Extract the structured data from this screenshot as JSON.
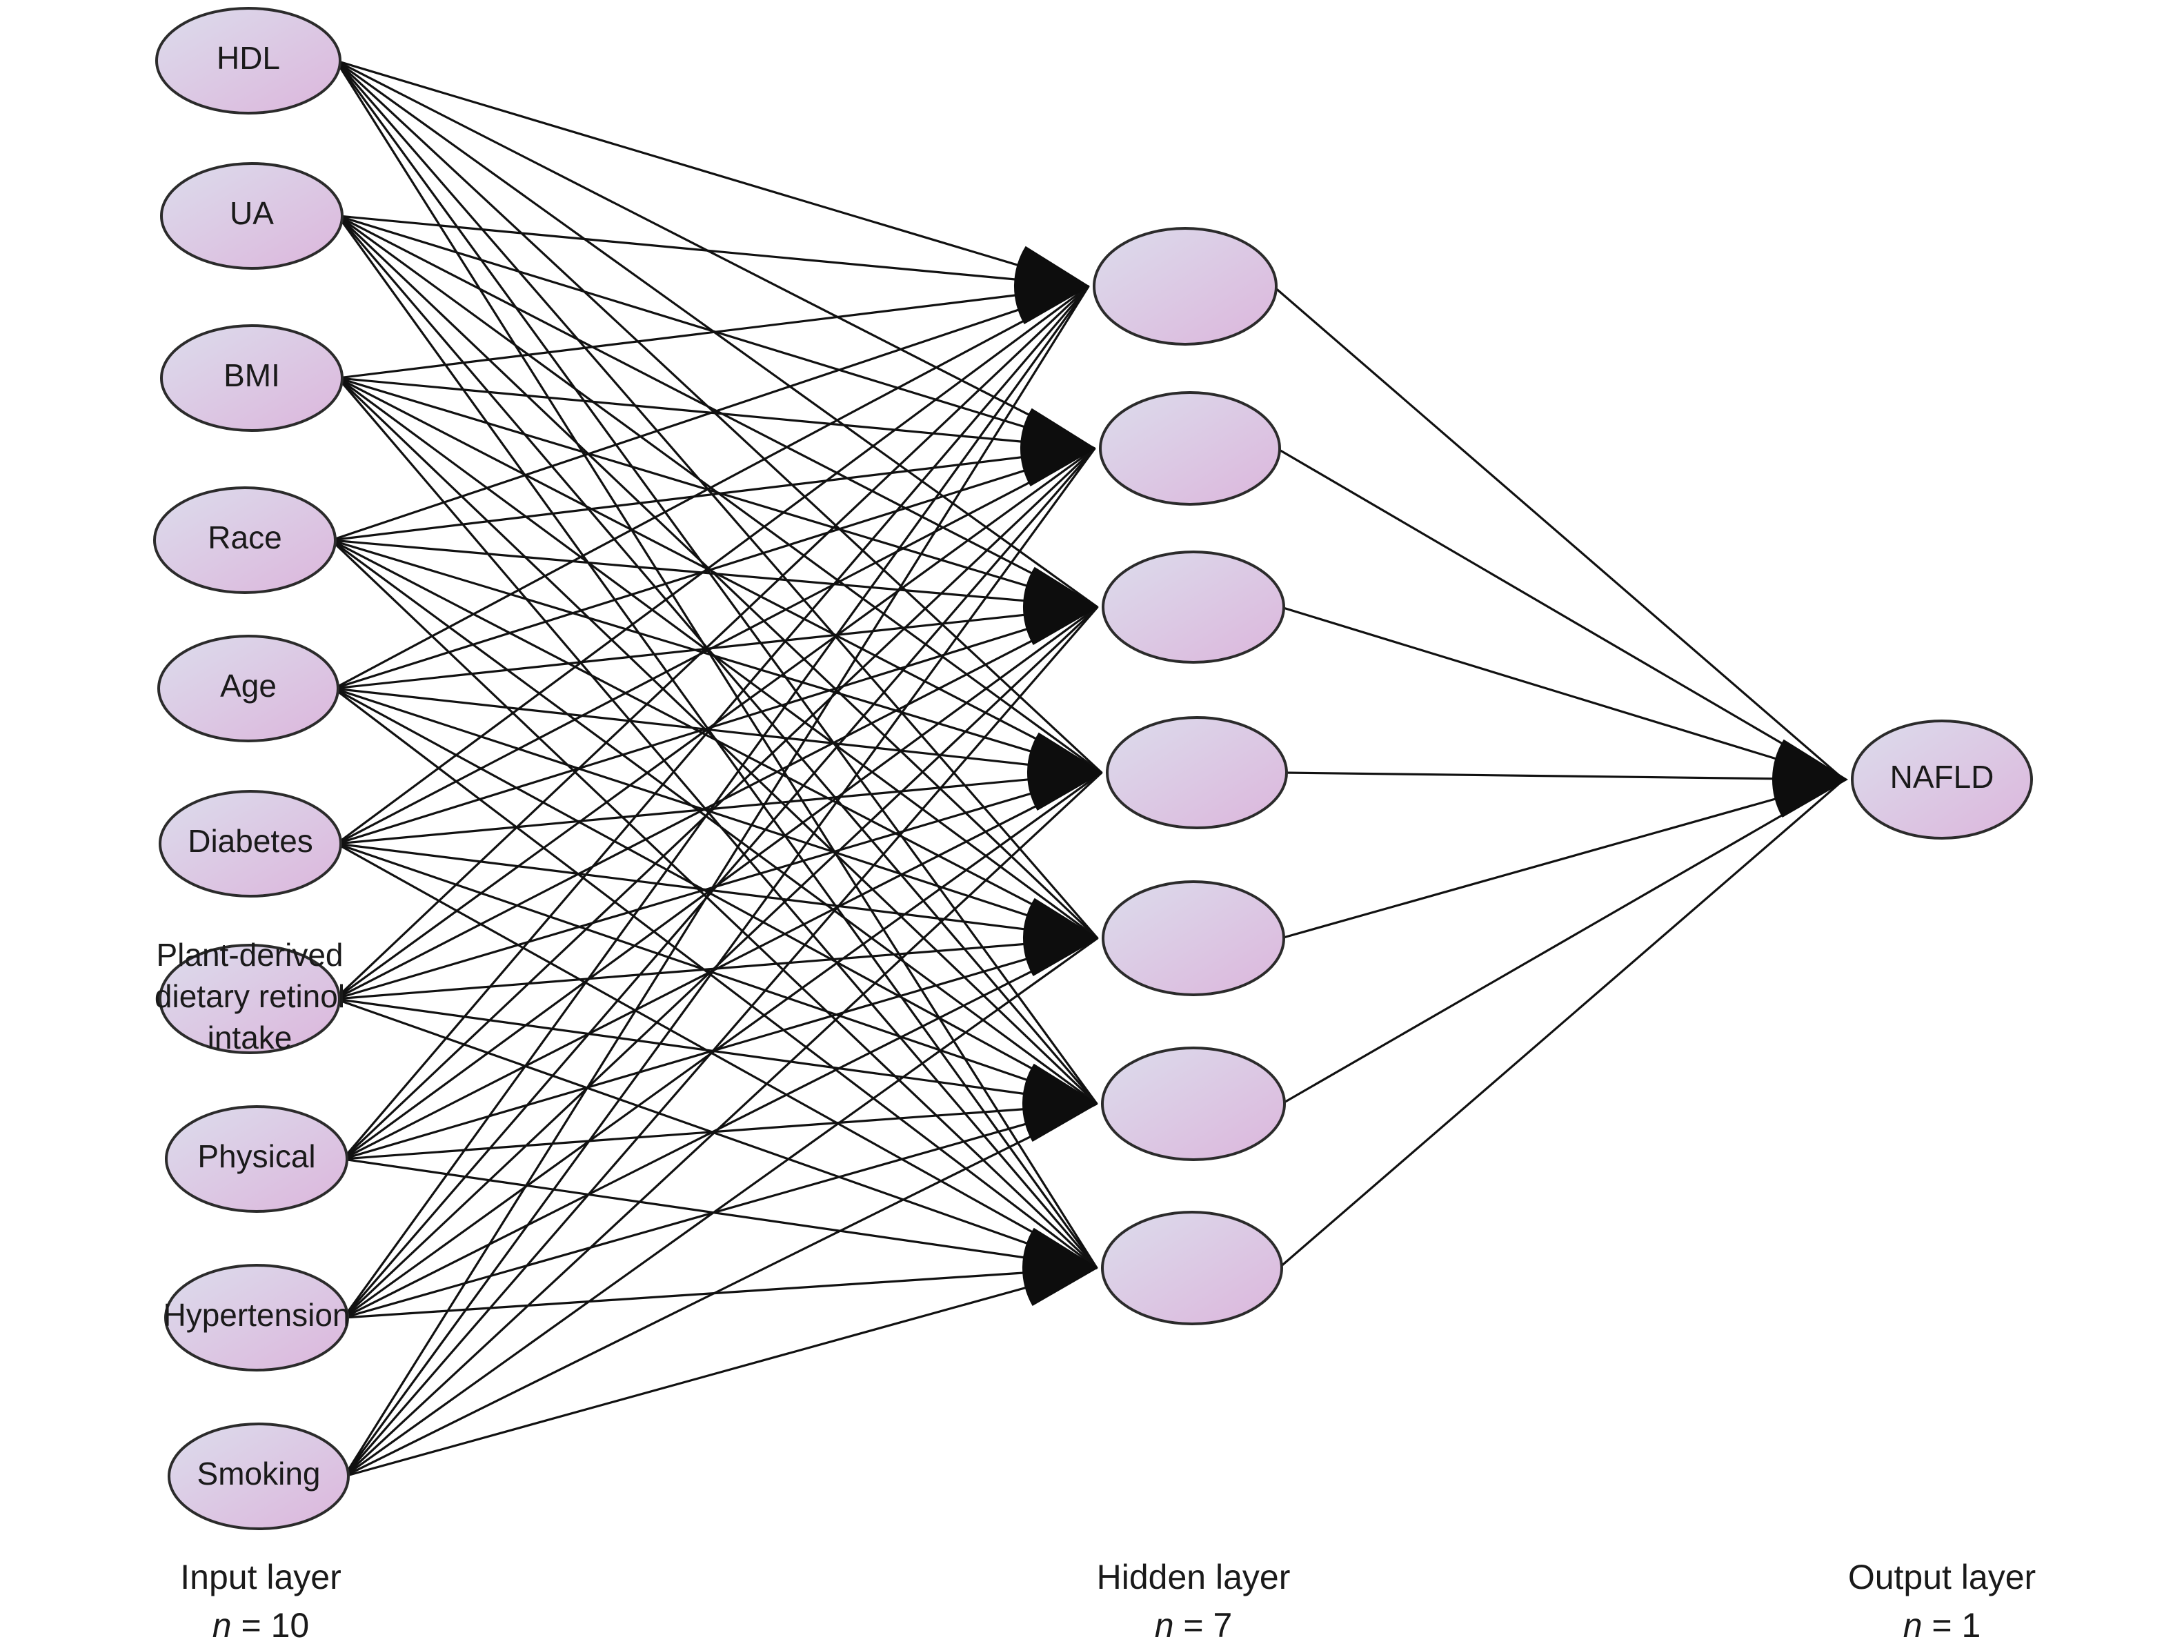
{
  "colors": {
    "node_fill_start": "#dcdcec",
    "node_fill_end": "#dcb6dc",
    "node_stroke": "#2b2b2b",
    "edge": "#111111"
  },
  "input_nodes": [
    {
      "label": "HDL"
    },
    {
      "label": "UA"
    },
    {
      "label": "BMI"
    },
    {
      "label": "Race"
    },
    {
      "label": "Age"
    },
    {
      "label": "Diabetes"
    },
    {
      "label_lines": [
        "Plant-derived",
        "dietary retinol",
        "intake"
      ]
    },
    {
      "label": "Physical"
    },
    {
      "label": "Hypertension"
    },
    {
      "label": "Smoking"
    }
  ],
  "hidden_nodes": [
    {
      "label": ""
    },
    {
      "label": ""
    },
    {
      "label": ""
    },
    {
      "label": ""
    },
    {
      "label": ""
    },
    {
      "label": ""
    },
    {
      "label": ""
    }
  ],
  "output_nodes": [
    {
      "label": "NAFLD"
    }
  ],
  "layers": {
    "input": {
      "title": "Input layer",
      "n_symbol": "n",
      "n_text": " = 10"
    },
    "hidden": {
      "title": "Hidden layer",
      "n_symbol": "n",
      "n_text": " = 7"
    },
    "output": {
      "title": "Output layer",
      "n_symbol": "n",
      "n_text": " = 1"
    }
  }
}
